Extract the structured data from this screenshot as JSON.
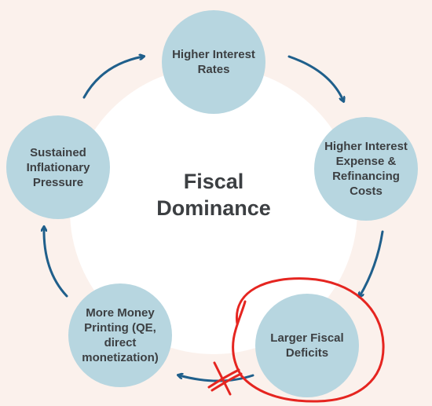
{
  "diagram": {
    "title": "Fiscal\nDominance",
    "nodes": [
      {
        "id": "higher-interest-rates",
        "label": "Higher Interest\nRates"
      },
      {
        "id": "higher-interest-expense",
        "label": "Higher Interest\nExpense &\nRefinancing\nCosts"
      },
      {
        "id": "larger-fiscal-deficits",
        "label": "Larger Fiscal\nDeficits"
      },
      {
        "id": "more-money-printing",
        "label": "More Money\nPrinting (QE,\ndirect\nmonetization)"
      },
      {
        "id": "sustained-inflationary-pressure",
        "label": "Sustained\nInflationary\nPressure"
      }
    ],
    "colors": {
      "background": "#fbf1ec",
      "hub": "#ffffff",
      "node_fill": "#b7d6e0",
      "arrow": "#1f5f8b",
      "text": "#3c3f42",
      "annotation": "#e52520"
    },
    "annotation": {
      "type": "hand-drawn red circle around Larger Fiscal Deficits with an X crossing the outgoing arrow"
    }
  }
}
